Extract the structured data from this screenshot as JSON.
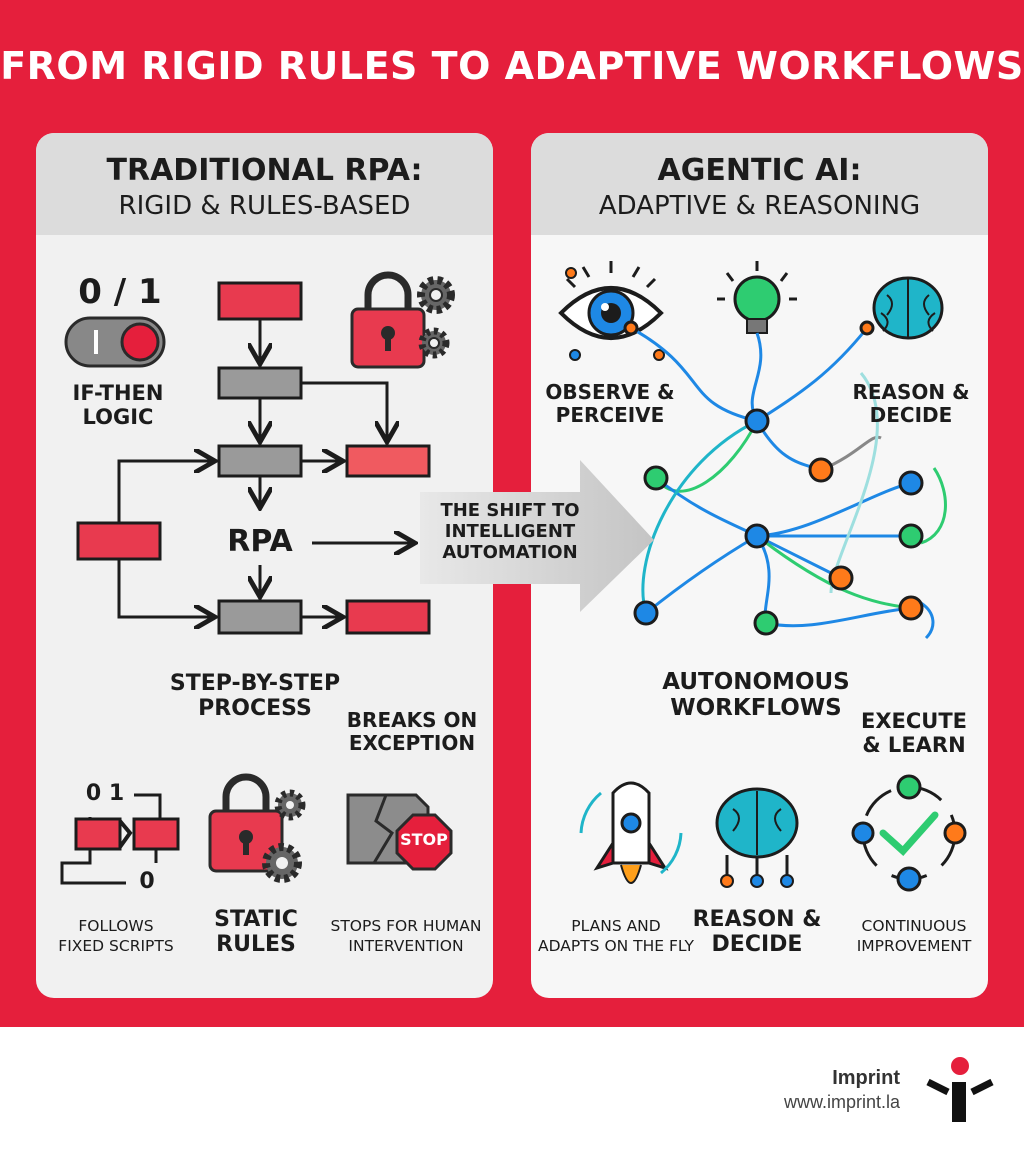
{
  "title": "FROM RIGID RULES TO ADAPTIVE WORKFLOWS",
  "colors": {
    "accent_red": "#e51f3c",
    "panel_gray": "#f1f1f1",
    "node_blue": "#1e88e5",
    "node_green": "#2ecc71",
    "node_orange": "#ff7a1a"
  },
  "left_panel": {
    "title": "TRADITIONAL RPA:",
    "subtitle": "RIGID & RULES-BASED",
    "binary_label": "0 / 1",
    "if_then": "IF-THEN\nLOGIC",
    "rpa": "RPA",
    "step_by_step": "STEP-BY-STEP\nPROCESS",
    "breaks": "BREAKS ON\nEXCEPTION",
    "bottom": [
      {
        "icon": "binary-flow-icon",
        "label": "FOLLOWS\nFIXED SCRIPTS",
        "bin_top": "0 1",
        "bin_bottom": "0"
      },
      {
        "icon": "lock-gears-icon",
        "label": "STATIC\nRULES"
      },
      {
        "icon": "stop-sign-icon",
        "label": "STOPS FOR HUMAN\nINTERVENTION",
        "sign_text": "STOP"
      }
    ]
  },
  "shift_arrow": {
    "label": "THE SHIFT TO\nINTELLIGENT\nAUTOMATION"
  },
  "right_panel": {
    "title": "AGENTIC AI:",
    "subtitle": "ADAPTIVE & REASONING",
    "observe": "OBSERVE &\nPERCEIVE",
    "reason_top": "REASON &\nDECIDE",
    "autonomous": "AUTONOMOUS\nWORKFLOWS",
    "execute": "EXECUTE\n& LEARN",
    "bottom": [
      {
        "icon": "rocket-icon",
        "label": "PLANS AND\nADAPTS ON THE FLY"
      },
      {
        "icon": "brain-network-icon",
        "label": "REASON &\nDECIDE"
      },
      {
        "icon": "cycle-check-icon",
        "label": "CONTINUOUS\nIMPROVEMENT"
      }
    ]
  },
  "footer": {
    "brand": "Imprint",
    "url": "www.imprint.la"
  }
}
